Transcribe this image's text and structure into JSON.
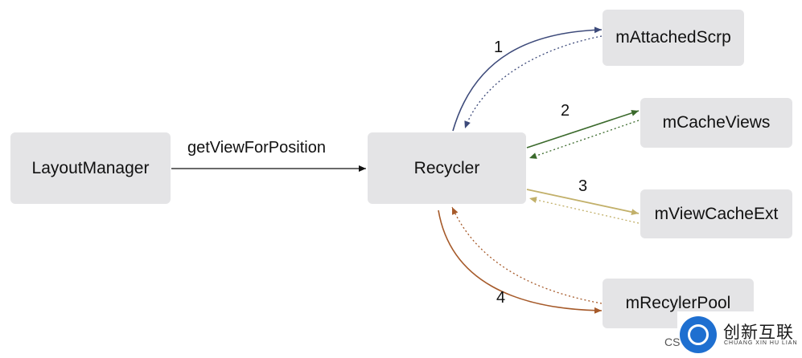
{
  "nodes": {
    "layout_manager": "LayoutManager",
    "recycler": "Recycler",
    "attached_scrap": "mAttachedScrp",
    "cache_views": "mCacheViews",
    "view_cache_ext": "mViewCacheExt",
    "recycler_pool": "mRecylerPool"
  },
  "edges": {
    "main_label": "getViewForPosition",
    "steps": [
      "1",
      "2",
      "3",
      "4"
    ]
  },
  "colors": {
    "step1": "#3d4a7a",
    "step2": "#3b6a2c",
    "step3": "#c2b06a",
    "step4": "#a65a2a"
  },
  "watermark": {
    "text": "创新互联",
    "subtext": "CHUANG XIN HU LIAN",
    "prefix": "CS"
  }
}
